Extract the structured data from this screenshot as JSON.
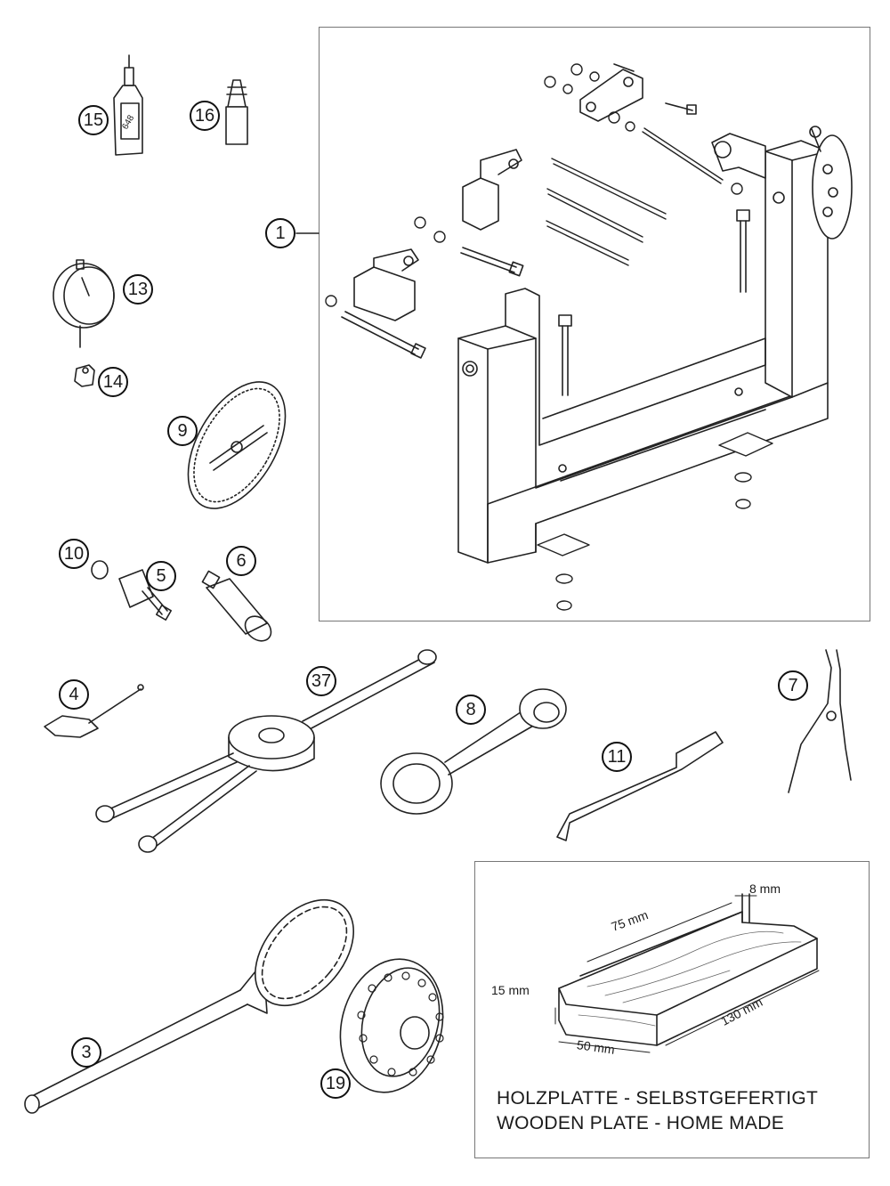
{
  "callouts": {
    "c1": "1",
    "c3": "3",
    "c4": "4",
    "c5": "5",
    "c6": "6",
    "c7": "7",
    "c8": "8",
    "c9": "9",
    "c10": "10",
    "c11": "11",
    "c13": "13",
    "c14": "14",
    "c15": "15",
    "c16": "16",
    "c19": "19",
    "c37": "37"
  },
  "bottle_label": "648",
  "wooden_plate": {
    "dim_length": "75 mm",
    "dim_slot": "8 mm",
    "dim_thickness": "15 mm",
    "dim_width": "50 mm",
    "dim_total": "130 mm",
    "caption_de": "HOLZPLATTE - SELBSTGEFERTIGT",
    "caption_en": "WOODEN PLATE - HOME MADE"
  }
}
